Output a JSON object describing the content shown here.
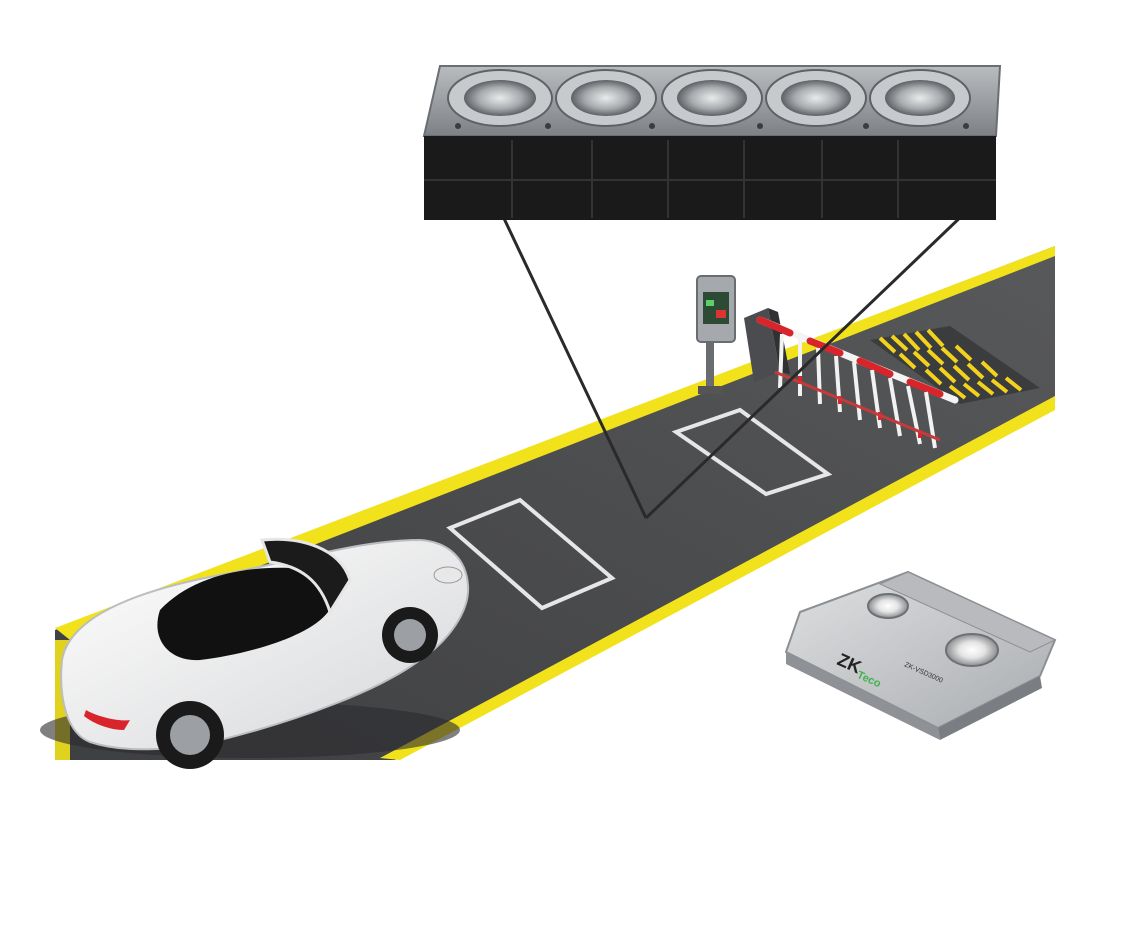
{
  "scene": {
    "description_visible_text": {
      "brand_primary": "ZK",
      "brand_secondary": "Teco",
      "model_code": "ZK-VSD3000"
    }
  },
  "colors": {
    "road": "#4a4b4d",
    "road_stripe": "#f2e21c",
    "marking": "#e6e6e6",
    "barrier_red": "#d8242a",
    "barrier_white": "#f4f4f4",
    "metal_plate": "#9ea2a6",
    "camera_body": "#1a1a1a",
    "car_body": "#f3f3f3",
    "car_dark": "#111111",
    "device_gray": "#c9cbcd",
    "brand_green": "#3fb34f"
  },
  "icons": {
    "camera_array": "under-vehicle-camera-array",
    "barrier_gate": "boom-barrier-gate",
    "pay_station": "parking-ticket-kiosk",
    "spike_strip": "tire-killer-strip",
    "vehicle": "white-convertible-car",
    "scanner_device": "under-vehicle-scanner-unit"
  }
}
